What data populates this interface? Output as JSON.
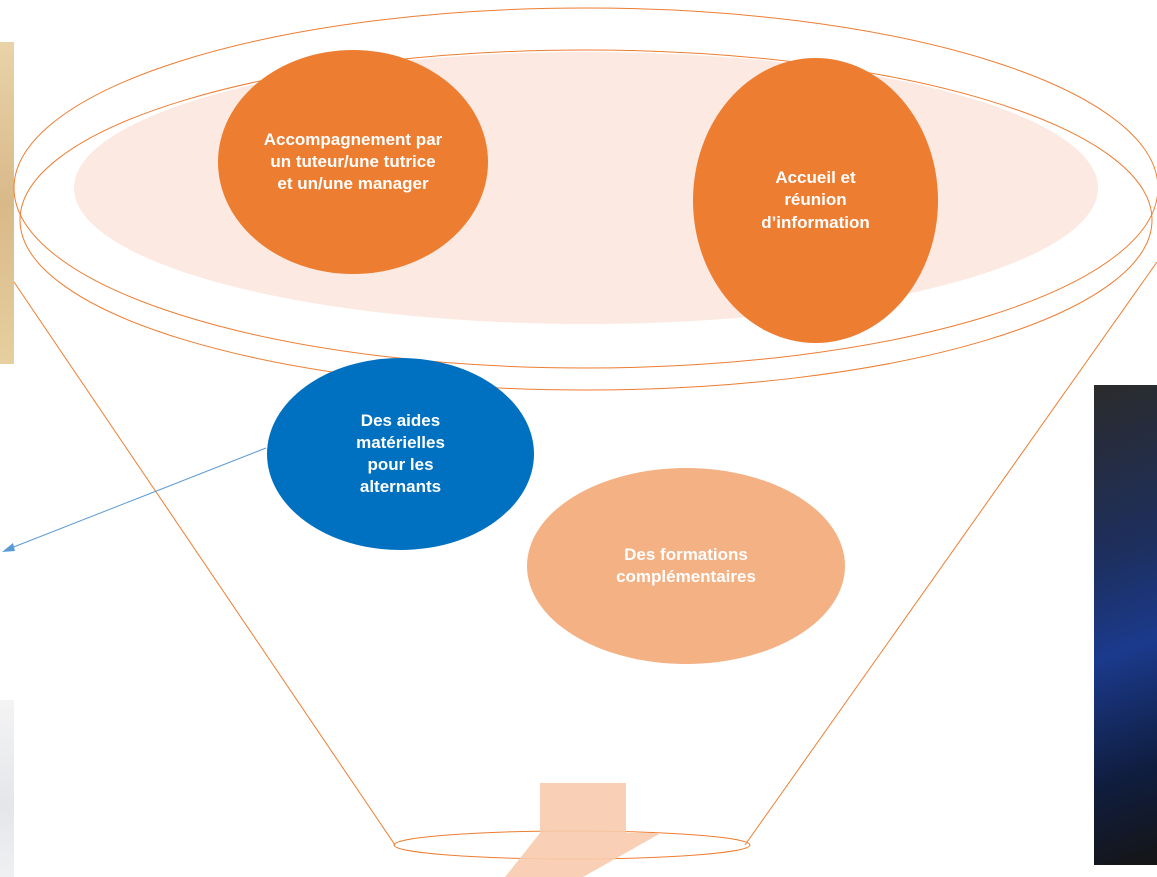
{
  "diagram": {
    "bubbles": {
      "accompagnement": {
        "lines": [
          "Accompagnement par",
          "un tuteur/une tutrice",
          "et un/une manager"
        ],
        "color": "#ED7D31"
      },
      "accueil": {
        "lines": [
          "Accueil et",
          "réunion",
          "d’information"
        ],
        "color": "#ED7D31"
      },
      "aides": {
        "lines": [
          "Des aides",
          "matérielles",
          "pour les",
          "alternants"
        ],
        "color": "#0070C0"
      },
      "formations": {
        "lines": [
          "Des formations",
          "complémentaires"
        ],
        "color": "#F4B183"
      }
    },
    "colors": {
      "funnel_outline": "#ED7D31",
      "funnel_band_fill": "#FBE5DC",
      "arrow_fill": "#F8CBAD",
      "connector_line": "#5B9BD5"
    }
  }
}
